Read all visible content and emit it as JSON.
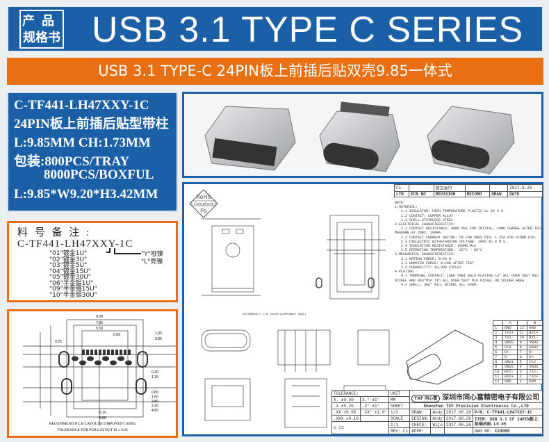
{
  "header": {
    "tag": "产品规格书",
    "tag_line1": "产品",
    "tag_line2": "规格书",
    "title": "USB 3.1 TYPE C SERIES",
    "subtitle": "USB 3.1 TYPE-C 24PIN板上前插后贴双壳9.85一体式"
  },
  "spec": {
    "part_number": "C-TF441-LH47XXY-1C",
    "description": "24PIN板上前插后贴型带柱",
    "length_height": "L:9.85MM  CH:1.73MM",
    "packing_line1": "包装:800PCS/TRAY",
    "packing_line2": "8000PCS/BOXFUL",
    "dimensions": "L:9.85*W9.20*H3.42MM"
  },
  "part_note": {
    "heading": "料 号 备 注 :",
    "part_number": "C-TF441-LH47XXY-1C",
    "plating_options": [
      "\"01\"镀金1U\"",
      "\"02\"镀金3U\"",
      "\"03\"镀金5U\"",
      "\"04\"镀金15U\"",
      "\"05\"镀金30U\"",
      "\"06\"半金锡1U\"",
      "\"09\"半金锡15U\"",
      "\"10\"半金锡30U\""
    ],
    "nickel_options": [
      "\"Y\"哑镍",
      "\"L\"亮镍"
    ]
  },
  "pcb_layout": {
    "caption": "RECOMMEND P.C.B LAYOUT(COMPONENT SIDE)",
    "tolerance": "TOLERANCE FOR PCB LAYOUT IS ± 0.05",
    "dims": [
      "9.00",
      "7.85",
      "5.50",
      "0.50",
      "1.00",
      "0.80",
      "0.25",
      "8.10",
      "5.80",
      "0.30",
      "1.15",
      "0.80",
      "1.60",
      "2.80",
      "3.20",
      "4.80"
    ]
  },
  "drawing": {
    "rohs": "RoHS",
    "rohs_sub": "Compliant",
    "pb": "Pb",
    "revision": {
      "row": [
        "C1",
        "",
        "首次发行",
        "",
        "",
        "2017.8.26"
      ],
      "headers": [
        "LTR",
        "ECN NO",
        "REVISION",
        "RECORD",
        "DRAW",
        "DATE"
      ]
    },
    "notes": "NOTE:\n1.MATERIAL:\n   1.1 INSULATOR: HIGH TEMPERATURE PLASTIC UL 94 V-0\n   1.2 CONTACT: COPPER ALLOY\n   1.3 SHELL:STAINLESS STEEL\n2.ELECTRICAL CHARACTERISTICS:\n   2.1 CONTACT RESISTANCE: 40mΩ Max FOR INITIAL, 10mΩ CHANGE AFTER TEST.\nMEASURE AT 20mV, 100mA.\n   2.2 CONTACT CURRENT RATING: 5A FOR VBUS PIN, 1.25A FOR VCONN PIN.\n   2.3 DIELECTRIC WITHSTANDING VOLTAGE: 100V AC R.M.S.\n   2.4 INSULATION RESISTANCE: 100MΩ Min\n   2.5 OPERATING TEMPERATURE: -25°C ~ 85°C\n3.MECHANICAL CHARACTERISTICS:\n   3.1 MATING FORCE: 5~20 N\n   3.2 UNMATED FORCE: 8~20N AFTER TEST\n   3.3 DURABILITY: 10,000 CYCLES\n4.PLATING\n   4.1 TERMINAL CONTACT: [SEE TAB] GOLD PLATING 1u\" ALL OVER 50u\" Min\nNICKEL AND 80u\"Min Tin ALL OVER 50u\" Min NICKEL ON SOLDER AREA\n   4.2 SHELL: 30u\" Min. NICKEL ALL OVER.",
    "pin_table": {
      "headers": [
        "",
        "A",
        "",
        "B"
      ],
      "rows": [
        [
          "1",
          "GND",
          "12",
          "GND"
        ],
        [
          "2",
          "TX1+",
          "11",
          "RX1+"
        ],
        [
          "3",
          "TX1-",
          "10",
          "RX1-"
        ],
        [
          "4",
          "VBUS",
          "9",
          "VBUS"
        ],
        [
          "5",
          "CC1",
          "8",
          "SBU2"
        ],
        [
          "6",
          "D+",
          "7",
          "D-"
        ],
        [
          "7",
          "D-",
          "6",
          "D+"
        ],
        [
          "8",
          "SBU1",
          "5",
          "CC2"
        ],
        [
          "9",
          "VBUS",
          "4",
          "VBUS"
        ],
        [
          "10",
          "RX2-",
          "3",
          "TX2-"
        ],
        [
          "11",
          "RX2+",
          "2",
          "TX2+"
        ],
        [
          "12",
          "GND",
          "1",
          "GND"
        ]
      ]
    },
    "title_block": {
      "tolerance_label": "TOLERANCE:",
      "tolerances": [
        [
          "X. ±0.30",
          "X.° ±1°"
        ],
        [
          ".X ±0.20",
          ".X° ±1°"
        ],
        [
          ".XX ±0.05",
          ".XX° ±1.0°"
        ],
        [
          ".XXX ±0.10",
          ""
        ]
      ],
      "unit_label": "UNIT",
      "unit": "MM",
      "sheet_label": "SHEET",
      "sheet": "1/3",
      "scale_label": "SCALE",
      "scale": "1:1",
      "rev": "REV: C1",
      "company_logo": "TXF 同心富",
      "company_cn": "深圳市同心富精密电子有限公司",
      "company_en": "Shenzhen TXF Precision Electronics Co.,LTD",
      "sign_rows": [
        [
          "DRAW:",
          "Andy",
          "2017.08.26"
        ],
        [
          "DESIGN:",
          "Andy",
          "2017.08.26"
        ],
        [
          "CHECK:",
          "Wiju",
          "2017.08.26"
        ],
        [
          "APPR:",
          "",
          ""
        ]
      ],
      "pn": "P/N: C-TF441-LH47XXY-1C",
      "item": "ITEM: USB 3.1 CF 24PIN板上前插后贴 L9.85",
      "dwg_no_label": "DWG NO:",
      "dwg_no": "C24009"
    }
  },
  "colors": {
    "blue": "#1b5fa6",
    "orange": "#e86f12"
  }
}
